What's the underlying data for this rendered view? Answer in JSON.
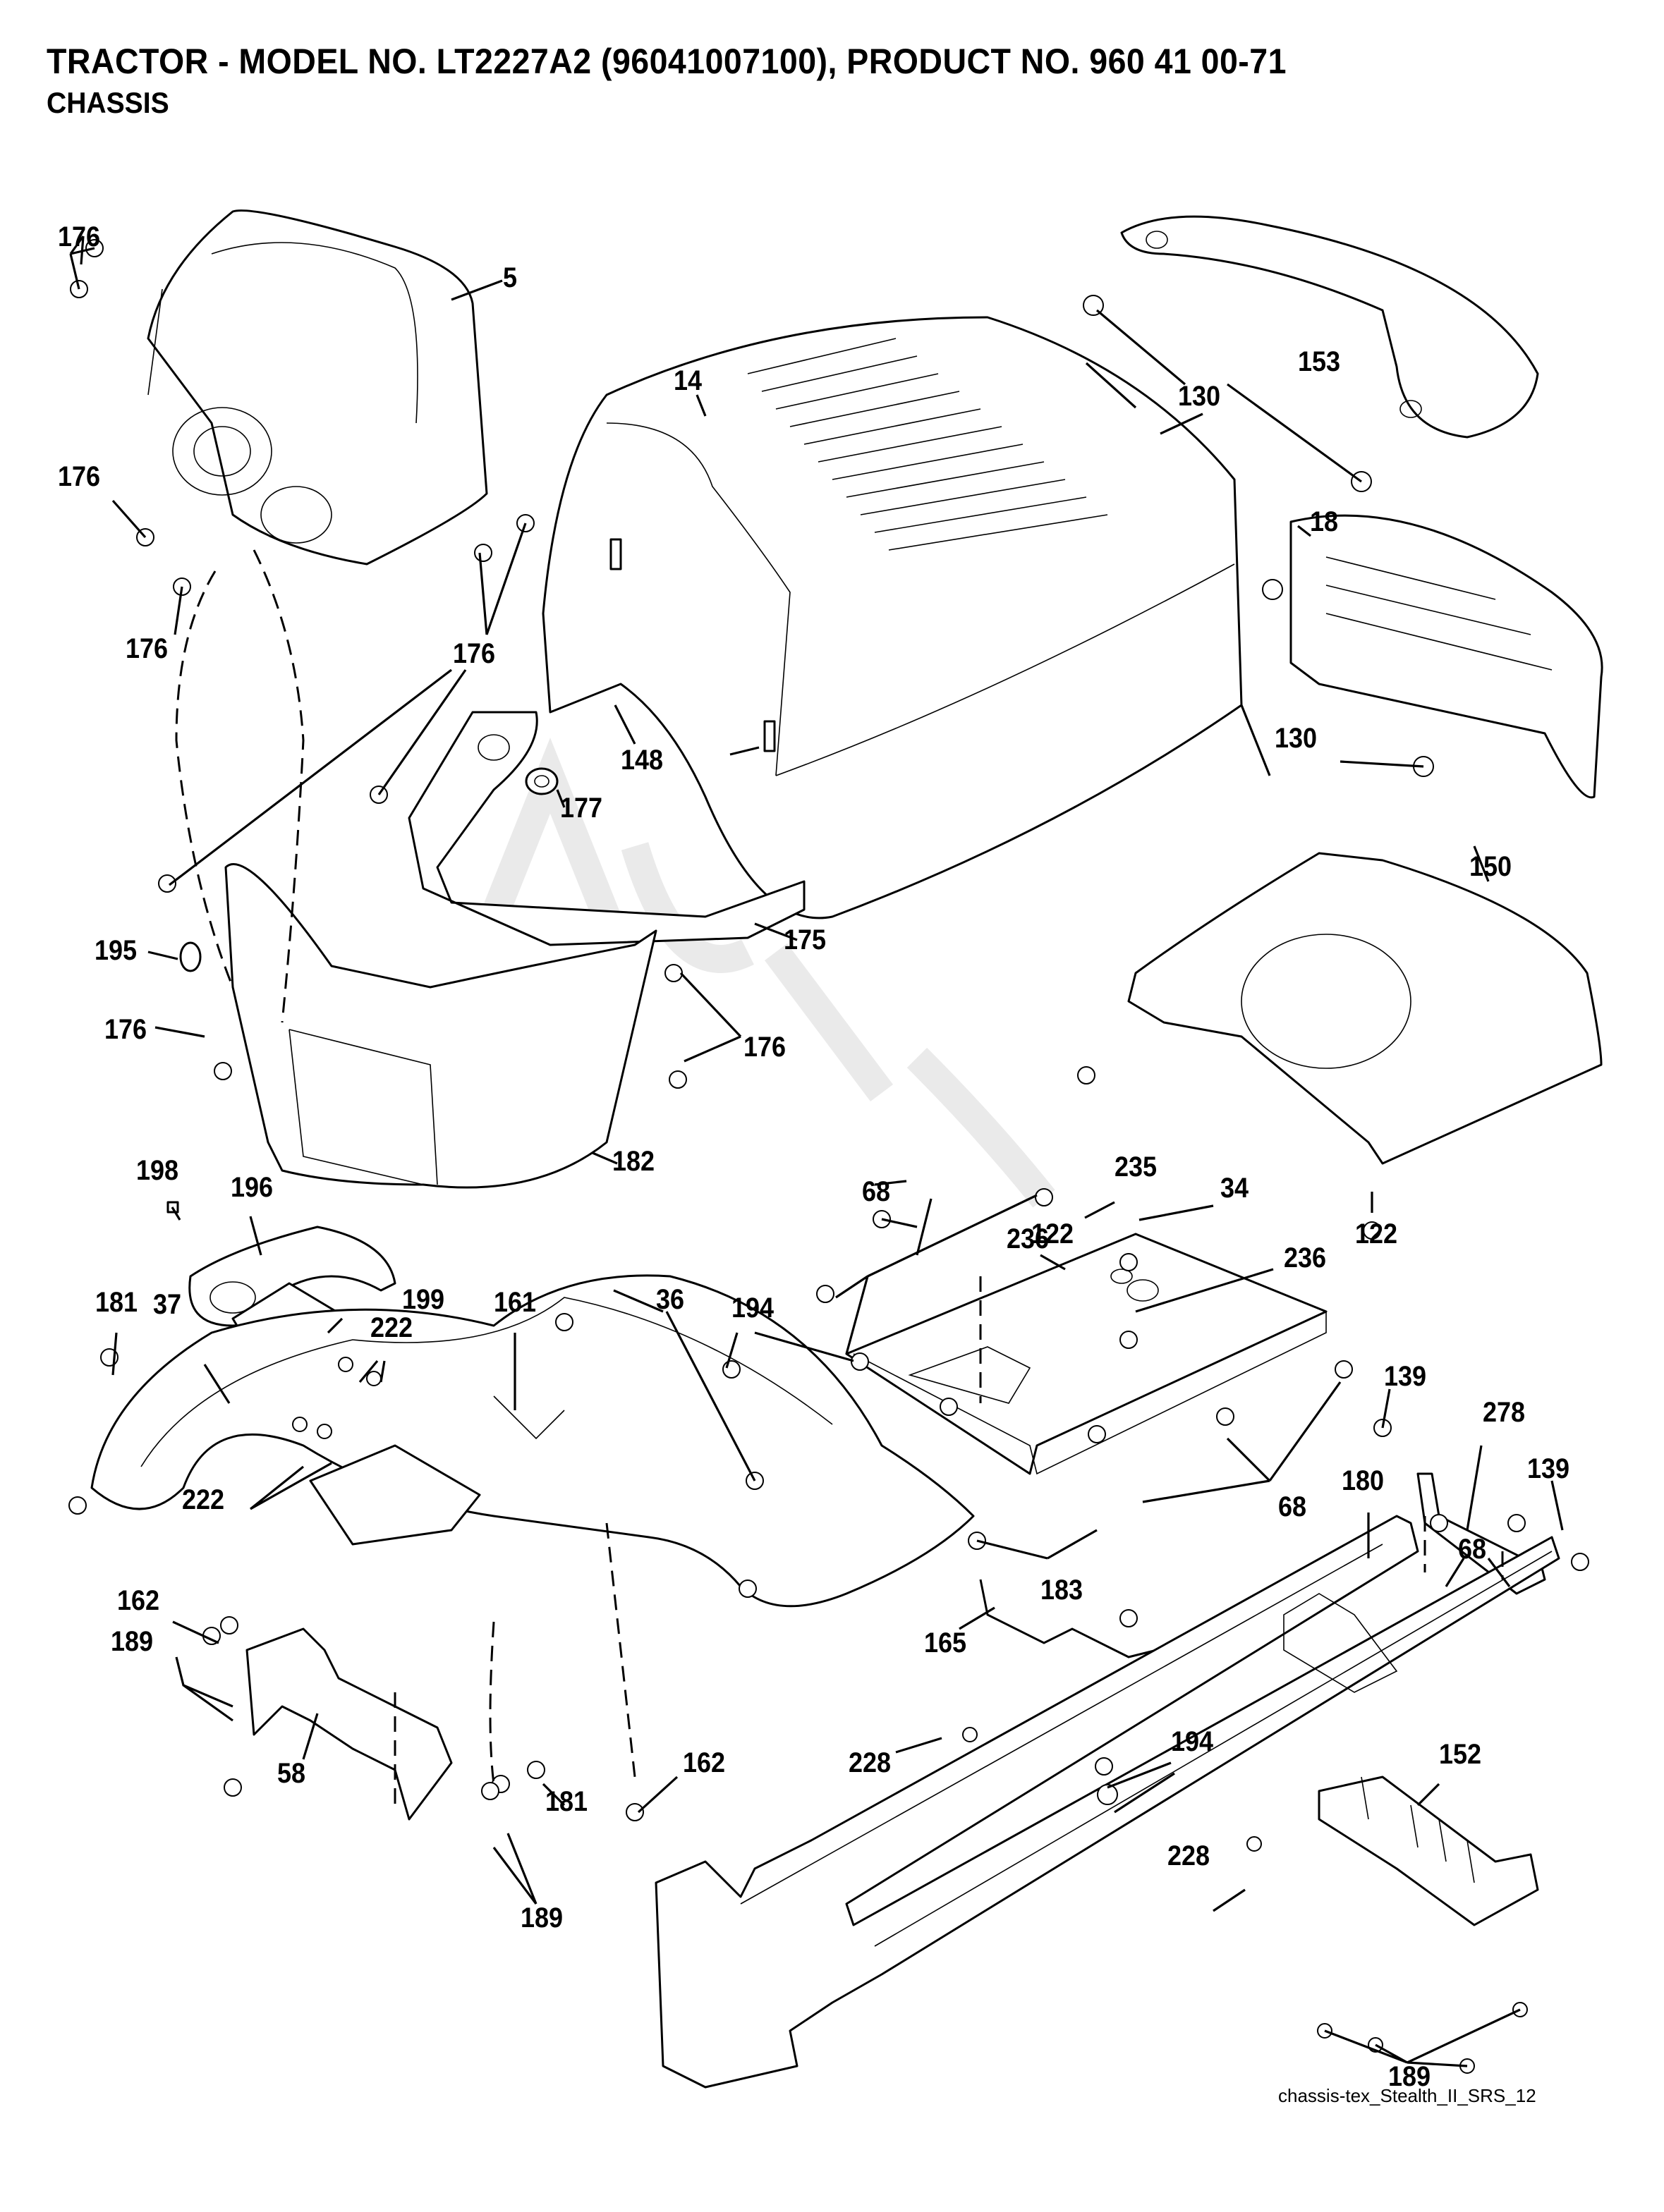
{
  "header": {
    "title": "TRACTOR - MODEL NO. LT2227A2 (96041007100), PRODUCT NO. 960 41 00-71",
    "section": "CHASSIS"
  },
  "diagram": {
    "type": "exploded-parts-diagram",
    "callouts": [
      {
        "id": "c176a",
        "label": "176",
        "part": "screw-fastener"
      },
      {
        "id": "c5",
        "label": "5",
        "part": "dashboard-console"
      },
      {
        "id": "c176b",
        "label": "176",
        "part": "screw-fastener"
      },
      {
        "id": "c176c",
        "label": "176",
        "part": "screw-fastener"
      },
      {
        "id": "c176d",
        "label": "176",
        "part": "screw-fastener"
      },
      {
        "id": "c14",
        "label": "14",
        "part": "hood"
      },
      {
        "id": "c130a",
        "label": "130",
        "part": "screw"
      },
      {
        "id": "c153",
        "label": "153",
        "part": "bumper-cover"
      },
      {
        "id": "c18",
        "label": "18",
        "part": "grille"
      },
      {
        "id": "c130b",
        "label": "130",
        "part": "screw"
      },
      {
        "id": "c148",
        "label": "148",
        "part": "pad"
      },
      {
        "id": "c177",
        "label": "177",
        "part": "bushing"
      },
      {
        "id": "c175",
        "label": "175",
        "part": "bracket"
      },
      {
        "id": "c195",
        "label": "195",
        "part": "plug"
      },
      {
        "id": "c176e",
        "label": "176",
        "part": "screw-fastener"
      },
      {
        "id": "c176f",
        "label": "176",
        "part": "screw-fastener"
      },
      {
        "id": "c182",
        "label": "182",
        "part": "dash-panel"
      },
      {
        "id": "c150",
        "label": "150",
        "part": "fuel-tank-cover"
      },
      {
        "id": "c122a",
        "label": "122",
        "part": "screw"
      },
      {
        "id": "c122b",
        "label": "122",
        "part": "screw"
      },
      {
        "id": "c198",
        "label": "198",
        "part": "clip"
      },
      {
        "id": "c196",
        "label": "196",
        "part": "shift-console"
      },
      {
        "id": "c181a",
        "label": "181",
        "part": "retainer"
      },
      {
        "id": "c37",
        "label": "37",
        "part": "fender"
      },
      {
        "id": "c199",
        "label": "199",
        "part": "shift-plate"
      },
      {
        "id": "c222a",
        "label": "222",
        "part": "screw"
      },
      {
        "id": "c222b",
        "label": "222",
        "part": "screw"
      },
      {
        "id": "c161",
        "label": "161",
        "part": "lever-cover"
      },
      {
        "id": "c36",
        "label": "36",
        "part": "bolt"
      },
      {
        "id": "c194a",
        "label": "194",
        "part": "nut"
      },
      {
        "id": "c235",
        "label": "235",
        "part": "spacer"
      },
      {
        "id": "c68a",
        "label": "68",
        "part": "bolt"
      },
      {
        "id": "c236a",
        "label": "236",
        "part": "nut"
      },
      {
        "id": "c34",
        "label": "34",
        "part": "seat-pan"
      },
      {
        "id": "c236b",
        "label": "236",
        "part": "nut"
      },
      {
        "id": "c68b",
        "label": "68",
        "part": "bolt"
      },
      {
        "id": "c183",
        "label": "183",
        "part": "bolt"
      },
      {
        "id": "c139a",
        "label": "139",
        "part": "bolt"
      },
      {
        "id": "c278",
        "label": "278",
        "part": "bracket"
      },
      {
        "id": "c139b",
        "label": "139",
        "part": "bolt"
      },
      {
        "id": "c180",
        "label": "180",
        "part": "frame"
      },
      {
        "id": "c68c",
        "label": "68",
        "part": "bolt"
      },
      {
        "id": "c162a",
        "label": "162",
        "part": "screw"
      },
      {
        "id": "c189a",
        "label": "189",
        "part": "bolt"
      },
      {
        "id": "c165",
        "label": "165",
        "part": "rod"
      },
      {
        "id": "c58",
        "label": "58",
        "part": "bracket"
      },
      {
        "id": "c181b",
        "label": "181",
        "part": "retainer"
      },
      {
        "id": "c162b",
        "label": "162",
        "part": "screw"
      },
      {
        "id": "c228a",
        "label": "228",
        "part": "stud"
      },
      {
        "id": "c194b",
        "label": "194",
        "part": "nut"
      },
      {
        "id": "c152",
        "label": "152",
        "part": "guard"
      },
      {
        "id": "c189b",
        "label": "189",
        "part": "bolt"
      },
      {
        "id": "c228b",
        "label": "228",
        "part": "stud"
      },
      {
        "id": "c189c",
        "label": "189",
        "part": "bolt"
      }
    ]
  },
  "footer": {
    "drawing_id": "chassis-tex_Stealth_II_SRS_12"
  }
}
